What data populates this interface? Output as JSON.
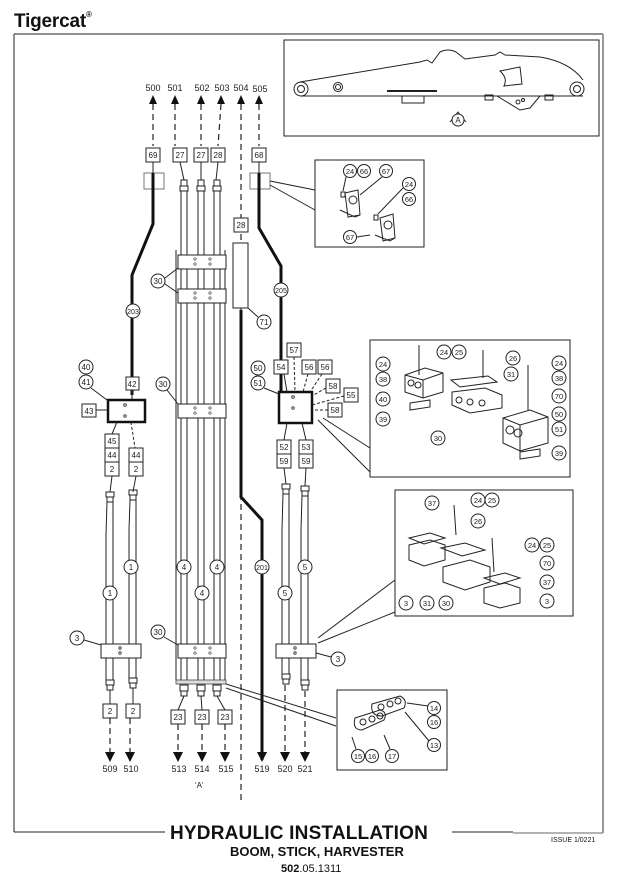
{
  "header": {
    "brand": "Tigercat",
    "brand_mark": "®"
  },
  "title_block": {
    "title": "HYDRAULIC INSTALLATION",
    "subtitle": "BOOM, STICK, HARVESTER",
    "doc_number_prefix": "502",
    "doc_number_suffix": ".05.1311",
    "issue": "ISSUE 1/0221"
  },
  "overview": {
    "view_marker": "A"
  },
  "top_ports": [
    "500",
    "501",
    "502",
    "503",
    "504",
    "505"
  ],
  "bottom_ports": [
    "509",
    "510",
    "513",
    "514",
    "515",
    "519",
    "520",
    "521"
  ],
  "view_label": "‘A’",
  "top_fittings": [
    "69",
    "27",
    "27",
    "28",
    "68"
  ],
  "hose_504_fitting": "28",
  "callouts": {
    "c203": "203",
    "c205": "205",
    "c201": "201",
    "c71": "71",
    "c30_top": "30",
    "c30_mid": "30",
    "c30_bot": "30",
    "c40": "40",
    "c41": "41",
    "c42": "42",
    "c43": "43",
    "c45": "45",
    "c44a": "44",
    "c2a": "2",
    "c44b": "44",
    "c2b": "2",
    "c50": "50",
    "c51": "51",
    "c54": "54",
    "c57": "57",
    "c56a": "56",
    "c56b": "56",
    "c58a": "58",
    "c55": "55",
    "c58b": "58",
    "c52": "52",
    "c59a": "59",
    "c53": "53",
    "c59b": "59",
    "c1a": "1",
    "c1b": "1",
    "c4a": "4",
    "c4b": "4",
    "c4c": "4",
    "c5a": "5",
    "c5b": "5",
    "c3_left": "3",
    "c3_right": "3",
    "c2_bl": "2",
    "c2_br": "2",
    "c23a": "23",
    "c23b": "23",
    "c23c": "23"
  },
  "detail_bracket": {
    "items": [
      "24",
      "66",
      "67",
      "24",
      "66",
      "67"
    ]
  },
  "detail_block_assembly": {
    "items": [
      "24",
      "38",
      "40",
      "39",
      "24",
      "25",
      "26",
      "31",
      "30",
      "24",
      "38",
      "70",
      "50",
      "51",
      "39"
    ]
  },
  "detail_clamp_assembly": {
    "items": [
      "37",
      "24",
      "25",
      "26",
      "24",
      "25",
      "70",
      "37",
      "3",
      "31",
      "30",
      "3"
    ]
  },
  "detail_plate": {
    "items": [
      "14",
      "16",
      "13",
      "15",
      "16",
      "17"
    ]
  }
}
